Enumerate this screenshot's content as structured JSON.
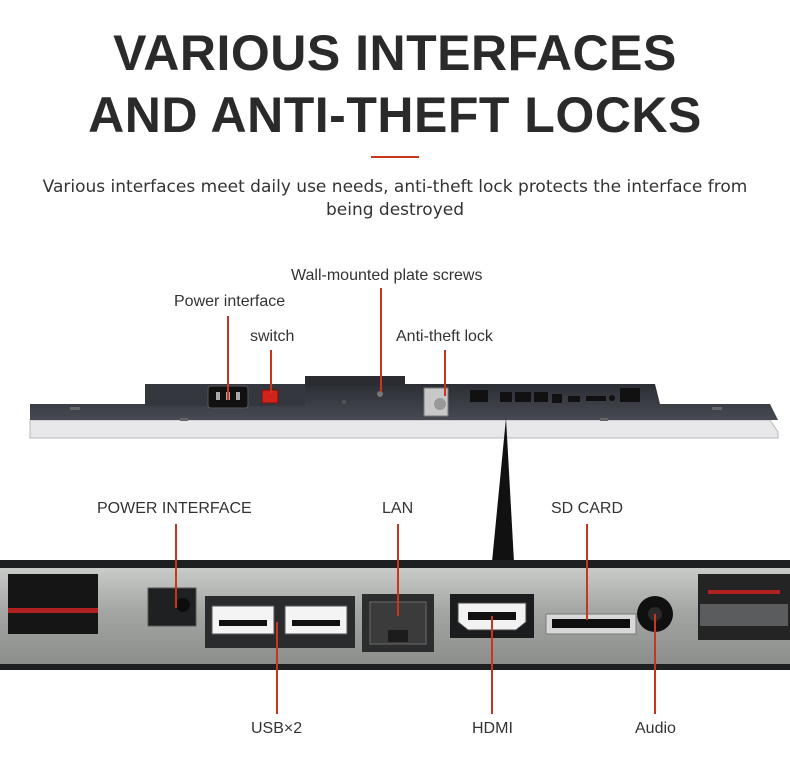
{
  "header": {
    "title_line1": "VARIOUS INTERFACES",
    "title_line2": "AND ANTI-THEFT LOCKS",
    "subtitle": "Various interfaces meet daily use needs, anti-theft lock protects the interface from being destroyed"
  },
  "top_callouts": {
    "wall_screws": "Wall-mounted plate screws",
    "power_interface": "Power interface",
    "switch": "switch",
    "anti_theft_lock": "Anti-theft lock"
  },
  "port_callouts": {
    "power": "POWER INTERFACE",
    "lan": "LAN",
    "sd_card": "SD CARD",
    "usb": "USB×2",
    "hdmi": "HDMI",
    "audio": "Audio"
  },
  "colors": {
    "accent": "#c8361f",
    "title": "#2a2a2a",
    "bezel": "#3a3d44",
    "panel_metal": "#a8aaa8"
  }
}
